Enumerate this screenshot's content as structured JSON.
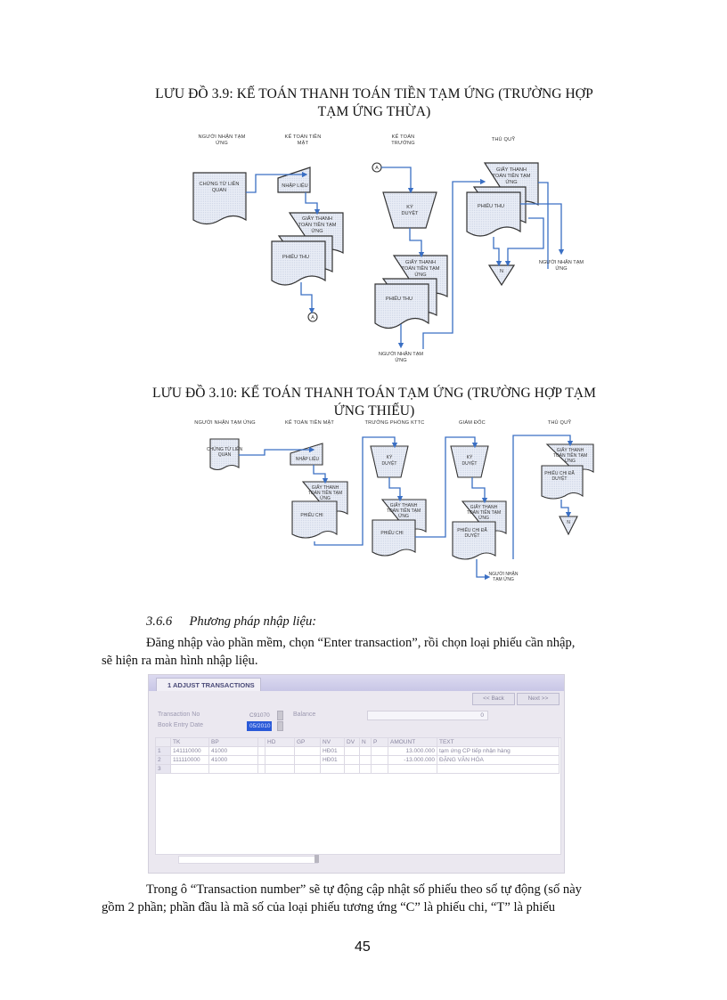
{
  "diagram_3_9": {
    "title_line1": "LƯU ĐỒ 3.9: KẾ TOÁN THANH TOÁN TIỀN TẠM ỨNG (TRƯỜNG HỢP",
    "title_line2": "TẠM ỨNG THỪA)",
    "lanes": [
      {
        "line1": "NGƯỜI NHẬN TẠM",
        "line2": "ỨNG"
      },
      {
        "line1": "KẾ TOÁN TIỀN",
        "line2": "MẶT"
      },
      {
        "line1": "KẾ TOÁN",
        "line2": "TRƯỞNG"
      },
      {
        "line1": "THỦ QUỸ",
        "line2": ""
      }
    ],
    "shapes": {
      "source_doc": {
        "line1": "CHỨNG TỪ LIÊN",
        "line2": "QUAN"
      },
      "input": "NHẬP LIỆU",
      "doc_settlement": {
        "line1": "GIẤY THANH",
        "line2": "TOÁN TIỀN TẠM",
        "line3": "ỨNG"
      },
      "receipt": "PHIẾU THU",
      "connector": "A",
      "approve": {
        "line1": "KÝ",
        "line2": "DUYỆT"
      },
      "file": "N",
      "receiver": {
        "line1": "NGƯỜI NHẬN TẠM",
        "line2": "ỨNG"
      }
    }
  },
  "diagram_3_10": {
    "title_line1": "LƯU ĐỒ 3.10: KẾ TOÁN THANH TOÁN TẠM ỨNG (TRƯỜNG HỢP TẠM",
    "title_line2": "ỨNG THIẾU)",
    "lanes": [
      "NGƯỜI NHẬN TẠM ỨNG",
      "KẾ TOÁN TIỀN MẶT",
      "TRƯỞNG PHÒNG KTTC",
      "GIÁM ĐỐC",
      "THỦ QUỸ"
    ],
    "shapes": {
      "source_doc": {
        "line1": "CHỨNG TỪ LIÊN",
        "line2": "QUAN"
      },
      "input": "NHẬP LIỆU",
      "doc_settlement": {
        "line1": "GIẤY THANH",
        "line2": "TOÁN TIỀN TẠM",
        "line3": "ỨNG"
      },
      "payment": "PHIẾU CHI",
      "payment_approved": {
        "line1": "PHIẾU CHI ĐÃ",
        "line2": "DUYỆT"
      },
      "approve": {
        "line1": "KÝ",
        "line2": "DUYỆT"
      },
      "file": "N",
      "receiver": {
        "line1": "NGƯỜI NHẬN",
        "line2": "TẠM ỨNG"
      }
    }
  },
  "section": {
    "heading_number": "3.6.6",
    "heading_text": "Phương pháp nhập liệu:",
    "para1_line1": "Đăng nhập vào phần mềm, chọn “Enter transaction”, rồi chọn loại phiếu cần nhập,",
    "para1_line2": "sẽ hiện ra màn hình nhập liệu.",
    "para2_line1": "Trong ô “Transaction number” sẽ tự động cập nhật số phiếu theo số tự động (số này",
    "para2_line2": "gồm 2 phần; phần đầu là mã số của loại phiếu tương ứng “C” là phiếu chi, “T” là phiếu"
  },
  "app": {
    "tab_label": "1 ADJUST TRANSACTIONS",
    "back_button": "<< Back",
    "next_button": "Next >>",
    "transaction_no_label": "Transaction No",
    "transaction_no_value": "C91070",
    "book_entry_date_label": "Book Entry Date",
    "book_entry_date_value": "05/2010",
    "balance_label": "Balance",
    "balance_value": "0",
    "columns": [
      "",
      "TK",
      "BP",
      "",
      "HD",
      "GP",
      "NV",
      "DV",
      "N",
      "P",
      "AMOUNT",
      "TEXT"
    ],
    "rows": [
      {
        "n": "1",
        "tk": "141110000",
        "bp": "41000",
        "hd": "",
        "gp": "",
        "nv": "HĐ01",
        "dv": "",
        "nn": "",
        "p": "",
        "amount": "13.000.000",
        "text": "tạm ứng CP tiếp nhận hàng"
      },
      {
        "n": "2",
        "tk": "111110000",
        "bp": "41000",
        "hd": "",
        "gp": "",
        "nv": "HĐ01",
        "dv": "",
        "nn": "",
        "p": "",
        "amount": "-13.000.000",
        "text": "ĐẶNG VĂN HÓA"
      },
      {
        "n": "3",
        "tk": "",
        "bp": "",
        "hd": "",
        "gp": "",
        "nv": "",
        "dv": "",
        "nn": "",
        "p": "",
        "amount": "",
        "text": ""
      }
    ]
  },
  "footer": {
    "page_number": "45"
  },
  "colors": {
    "flow_line": "#3a6fc4",
    "shape_fill": "#e8ecf6",
    "shape_stroke": "#333333",
    "selection": "#2a5ad8"
  }
}
